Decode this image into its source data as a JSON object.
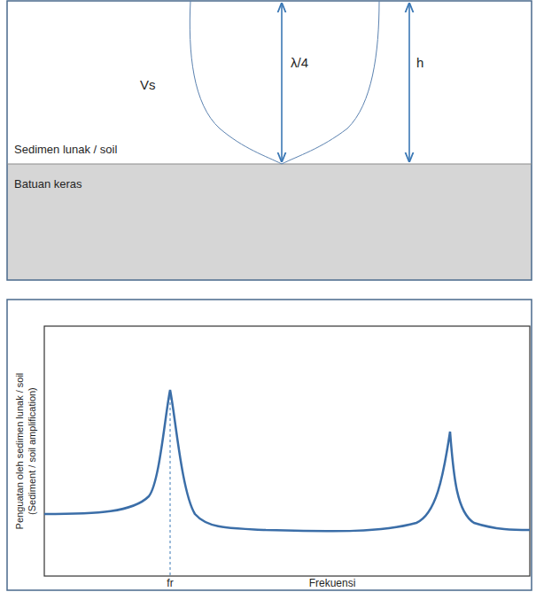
{
  "diagram": {
    "labels": [
      "Vs",
      "λ/4",
      "h",
      "Sedimen lunak / soil",
      "Batuan keras",
      "Penguatan oleh sedimen lunak / soil",
      "(Sediment / soil amplification)",
      "fr",
      "Frekuensi"
    ]
  }
}
